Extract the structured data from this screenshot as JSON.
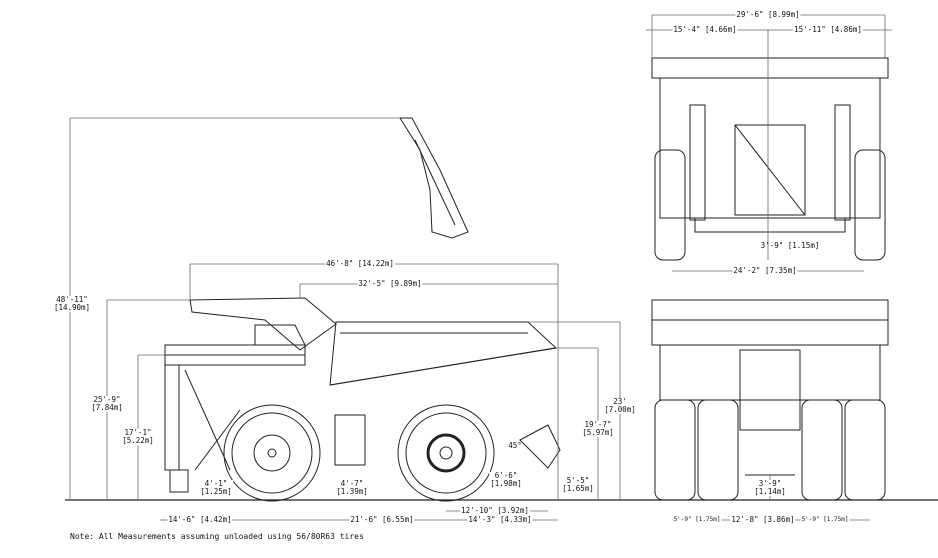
{
  "note": "Note: All Measurements assuming unloaded using 56/80R63 tires",
  "front_view": {
    "overall_width": "29'-6\" [8.99m]",
    "left_half_width": "15'-4\" [4.66m]",
    "right_half_width": "15'-11\" [4.86m]",
    "ground_clearance": "3'-9\" [1.15m]",
    "tire_width": "24'-2\" [7.35m]"
  },
  "side_view": {
    "overall_length": "46'-8\" [14.22m]",
    "body_length": "32'-5\" [9.89m]",
    "raised_height": {
      "ft": "48'-11\"",
      "m": "[14.90m]"
    },
    "canopy_height": {
      "ft": "25'-9\"",
      "m": "[7.84m]"
    },
    "deck_height": {
      "ft": "17'-1\"",
      "m": "[5.22m]"
    },
    "loading_height": {
      "ft": "23'",
      "m": "[7.00m]"
    },
    "dump_height": {
      "ft": "19'-7\"",
      "m": "[5.97m]"
    },
    "dump_angle": "45°",
    "front_clearance": {
      "ft": "4'-1\"",
      "m": "[1.25m]"
    },
    "under_clearance": {
      "ft": "4'-7\"",
      "m": "[1.39m]"
    },
    "rear_clearance": {
      "ft": "6'-6\"",
      "m": "[1.98m]"
    },
    "dump_clearance": {
      "ft": "5'-5\"",
      "m": "[1.65m]"
    },
    "rear_overhang_dump": "12'-10\" [3.92m]",
    "front_overhang": "14'-6\" [4.42m]",
    "wheelbase": "21'-6\" [6.55m]",
    "rear_overhang": "14'-3\" [4.33m]"
  },
  "rear_view": {
    "left_tire": "5'-9\" [1.75m]",
    "track": "12'-8\" [3.86m]",
    "right_tire": "5'-9\" [1.75m]",
    "axle_clearance": {
      "ft": "3'-9\"",
      "m": "[1.14m]"
    }
  }
}
